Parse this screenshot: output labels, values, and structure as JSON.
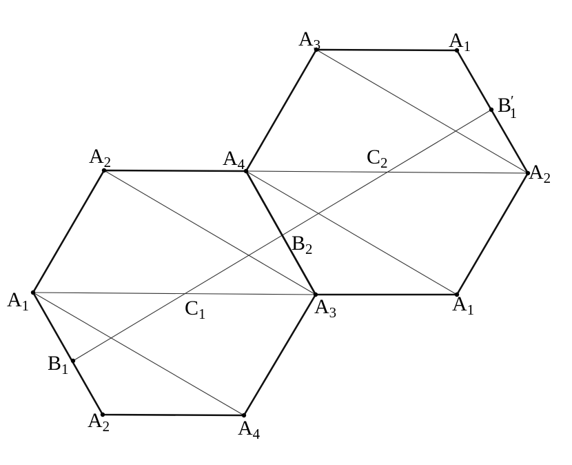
{
  "labels": {
    "a3_top": {
      "main": "A",
      "sub": "3"
    },
    "a1_top": {
      "main": "A",
      "sub": "1"
    },
    "b1_prime": {
      "main": "B",
      "prime": "′",
      "sub": "1"
    },
    "a2_right": {
      "main": "A",
      "sub": "2"
    },
    "c2": {
      "main": "C",
      "sub": "2"
    },
    "a4_mid": {
      "main": "A",
      "sub": "4"
    },
    "a2_left": {
      "main": "A",
      "sub": "2"
    },
    "b2": {
      "main": "B",
      "sub": "2"
    },
    "a1_left": {
      "main": "A",
      "sub": "1"
    },
    "c1": {
      "main": "C",
      "sub": "1"
    },
    "a3_mid": {
      "main": "A",
      "sub": "3"
    },
    "a1_bottom_right": {
      "main": "A",
      "sub": "1"
    },
    "b1": {
      "main": "B",
      "sub": "1"
    },
    "a2_bottom": {
      "main": "A",
      "sub": "2"
    },
    "a4_bottom": {
      "main": "A",
      "sub": "4"
    }
  }
}
